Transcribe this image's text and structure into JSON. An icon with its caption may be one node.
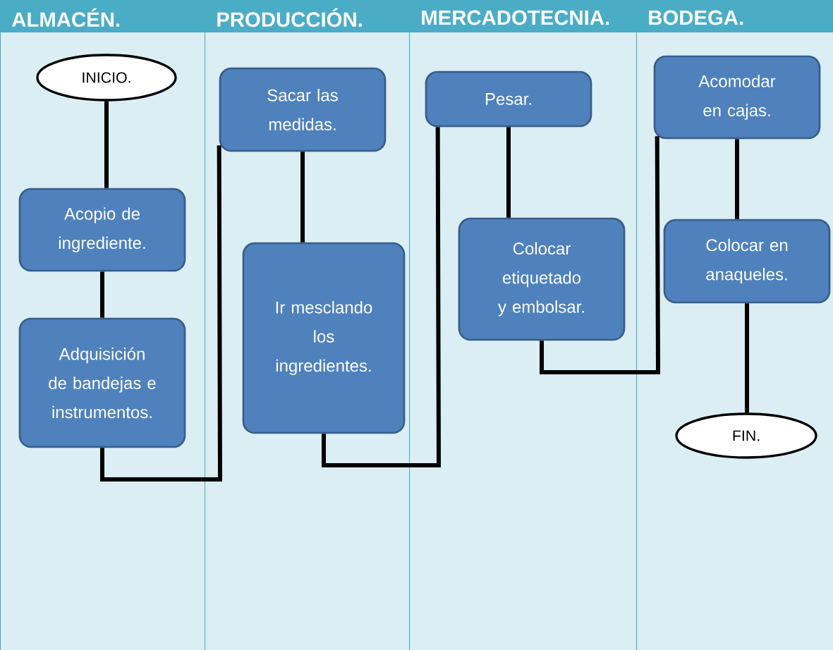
{
  "diagram": {
    "nodes": [
      {
        "text": [
          "ALMACÉN."
        ]
      },
      {
        "text": [
          "PRODUCCIÓN."
        ]
      },
      {
        "text": [
          "MERCADOTECNIA."
        ]
      },
      {
        "text": [
          "BODEGA."
        ]
      },
      {
        "text": [
          "INICIO."
        ],
        "in": 0
      },
      {
        "text": [
          "Acopio de ingrediente."
        ],
        "in": 0
      },
      {
        "text": [
          "Adquisición de bandejas e instrumentos."
        ],
        "in": 0
      },
      {
        "text": [
          "Sacar las medidas."
        ],
        "in": 1
      },
      {
        "text": [
          "Ir mesclando los ingredientes."
        ],
        "in": 1
      },
      {
        "text": [
          "Pesar."
        ],
        "in": 2
      },
      {
        "text": [
          "Colocar etiquetado y embolsar."
        ],
        "in": 2
      },
      {
        "text": [
          "Acomodar en cajas."
        ],
        "in": 3
      },
      {
        "text": [
          "Colocar en anaqueles."
        ],
        "in": 3
      },
      {
        "text": [
          "FIN."
        ],
        "in": 3
      }
    ],
    "edges": [
      {
        "from": 4,
        "to": 5,
        "arrow": "none"
      },
      {
        "from": 5,
        "to": 6,
        "arrow": "none"
      },
      {
        "from": 6,
        "to": 7,
        "arrow": "none"
      },
      {
        "from": 7,
        "to": 8,
        "arrow": "none"
      },
      {
        "from": 8,
        "to": 9,
        "arrow": "none"
      },
      {
        "from": 9,
        "to": 10,
        "arrow": "none"
      },
      {
        "from": 10,
        "to": 11,
        "arrow": "none"
      },
      {
        "from": 11,
        "to": 12,
        "arrow": "none"
      },
      {
        "from": 12,
        "to": 13,
        "arrow": "none"
      }
    ]
  }
}
